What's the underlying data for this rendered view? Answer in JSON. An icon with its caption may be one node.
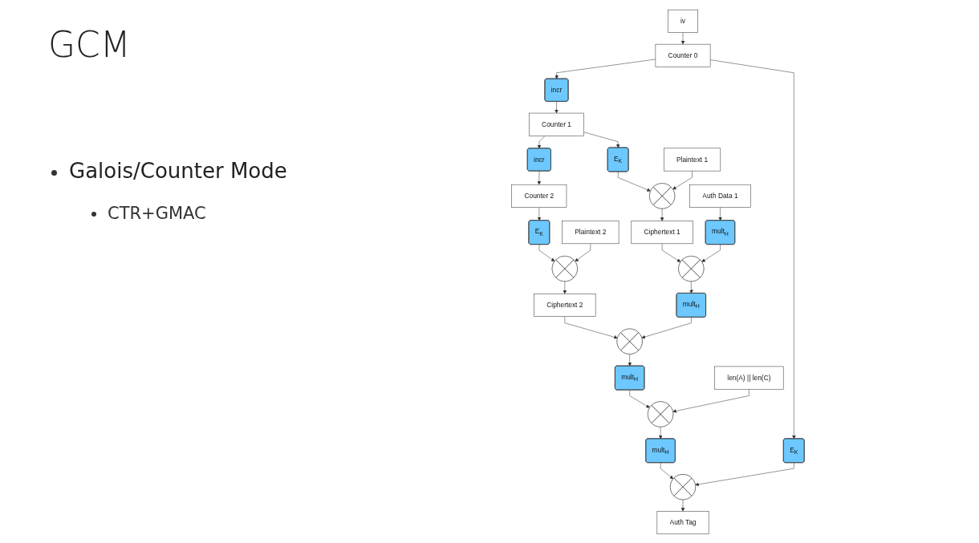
{
  "diagram": {
    "title": "GCM",
    "nodes": [
      {
        "text": [
          "iv"
        ]
      },
      {
        "text": [
          "Counter 0"
        ]
      },
      {
        "text": [
          "incr"
        ]
      },
      {
        "text": [
          "Counter 1"
        ]
      },
      {
        "text": [
          "incr"
        ]
      },
      {
        "text": [
          "Counter 2"
        ]
      },
      {
        "text": [
          "E$_{K}$"
        ]
      },
      {
        "text": [
          "E$_{K}$"
        ]
      },
      {
        "text": [
          "E$_{K}$"
        ]
      },
      {
        "text": [
          "Plaintext 1"
        ]
      },
      {
        "text": [],
        "shape": "circle"
      },
      {
        "text": [
          "Plaintext 2"
        ]
      },
      {
        "text": [],
        "shape": "circle"
      },
      {
        "text": [
          "Ciphertext 1"
        ]
      },
      {
        "text": [
          "Ciphertext 2"
        ]
      },
      {
        "text": [],
        "shape": "circle"
      },
      {
        "text": [],
        "shape": "circle"
      },
      {
        "text": [
          "mult$_{H}$"
        ]
      },
      {
        "text": [
          "mult$_{H}$"
        ]
      },
      {
        "text": [
          "mult$_{H}$"
        ]
      },
      {
        "text": [
          "Auth Data 1"
        ]
      },
      {
        "text": [
          "len(A) || len(C)"
        ]
      },
      {
        "text": [],
        "shape": "circle"
      },
      {
        "text": [
          "mult$_{H}$"
        ]
      },
      {
        "text": [],
        "shape": "circle"
      },
      {
        "text": [
          "Auth Tag"
        ]
      }
    ],
    "edges": [
      {
        "from": 0,
        "to": 1,
        "arrow": "to"
      },
      {
        "from": 1,
        "to": 2,
        "arrow": "to"
      },
      {
        "from": 2,
        "to": 3,
        "arrow": "to"
      },
      {
        "from": 3,
        "to": 4,
        "arrow": "to"
      },
      {
        "from": 4,
        "to": 5,
        "arrow": "to"
      },
      {
        "from": 1,
        "to": 6,
        "arrow": "to"
      },
      {
        "from": 3,
        "to": 7,
        "arrow": "to"
      },
      {
        "from": 5,
        "to": 8,
        "arrow": "to"
      },
      {
        "from": 7,
        "to": 10,
        "arrow": "to"
      },
      {
        "from": 9,
        "to": 10,
        "arrow": "to"
      },
      {
        "from": 8,
        "to": 12,
        "arrow": "to"
      },
      {
        "from": 11,
        "to": 12,
        "arrow": "to"
      },
      {
        "from": 10,
        "to": 13,
        "arrow": "to"
      },
      {
        "from": 12,
        "to": 14,
        "arrow": "to"
      },
      {
        "from": 13,
        "to": 15,
        "arrow": "to"
      },
      {
        "from": 17,
        "to": 15,
        "arrow": "to"
      },
      {
        "from": 14,
        "to": 16,
        "arrow": "to"
      },
      {
        "from": 18,
        "to": 16,
        "arrow": "to"
      },
      {
        "from": 15,
        "to": 18,
        "arrow": "to"
      },
      {
        "from": 16,
        "to": 19,
        "arrow": "to"
      },
      {
        "from": 20,
        "to": 17,
        "arrow": "to"
      },
      {
        "from": 19,
        "to": 22,
        "arrow": "to"
      },
      {
        "from": 21,
        "to": 22,
        "arrow": "to"
      },
      {
        "from": 22,
        "to": 23,
        "arrow": "to"
      },
      {
        "from": 23,
        "to": 24,
        "arrow": "to"
      },
      {
        "from": 6,
        "to": 24,
        "arrow": "to"
      },
      {
        "from": 24,
        "to": 25,
        "arrow": "to"
      }
    ],
    "labels": [
      "Galois/Counter Mode",
      "CTR+GMAC"
    ]
  }
}
